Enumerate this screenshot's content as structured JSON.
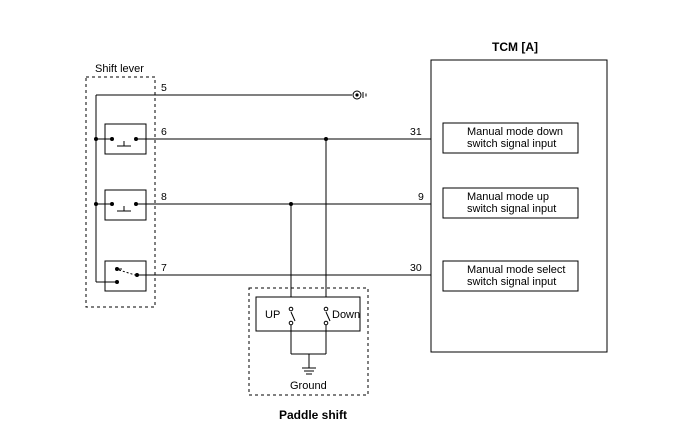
{
  "tcm": {
    "title": "TCM [A]",
    "inputs": [
      {
        "pin": "31",
        "line1": "Manual  mode down",
        "line2": "switch signal input"
      },
      {
        "pin": "9",
        "line1": "Manual mode up",
        "line2": "switch signal input"
      },
      {
        "pin": "30",
        "line1": "Manual  mode select",
        "line2": "switch signal input"
      }
    ]
  },
  "shift_lever": {
    "label": "Shift lever",
    "pins": [
      "5",
      "6",
      "8",
      "7"
    ]
  },
  "paddle_shift": {
    "title": "Paddle shift",
    "up_label": "UP",
    "down_label": "Down",
    "ground_label": "Ground"
  }
}
